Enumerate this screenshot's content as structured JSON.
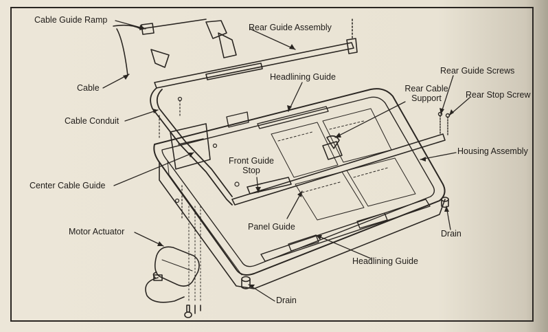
{
  "labels": {
    "cable_guide_ramp": "Cable Guide Ramp",
    "rear_guide_assembly": "Rear Guide Assembly",
    "cable": "Cable",
    "headlining_guide_top": "Headlining Guide",
    "rear_guide_screws": "Rear Guide Screws",
    "rear_cable_support_line1": "Rear Cable",
    "rear_cable_support_line2": "Support",
    "rear_stop_screw": "Rear Stop Screw",
    "cable_conduit": "Cable Conduit",
    "housing_assembly": "Housing Assembly",
    "front_guide_stop_line1": "Front Guide",
    "front_guide_stop_line2": "Stop",
    "center_cable_guide": "Center Cable Guide",
    "panel_guide": "Panel Guide",
    "drain_right": "Drain",
    "motor_actuator": "Motor Actuator",
    "headlining_guide_bottom": "Headlining Guide",
    "drain_bottom": "Drain"
  },
  "colors": {
    "paper": "#ece6d8",
    "ink": "#1e1b18"
  }
}
